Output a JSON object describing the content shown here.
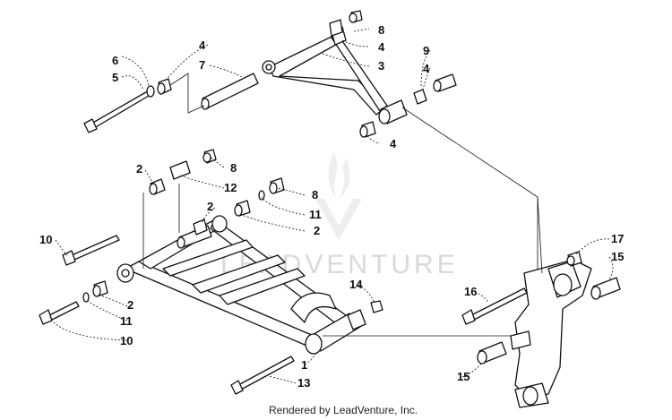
{
  "watermark": "LEADVENTURE",
  "footer": "Rendered by LeadVenture, Inc.",
  "callouts": [
    "1",
    "2",
    "2",
    "2",
    "2",
    "3",
    "4",
    "4",
    "4",
    "4",
    "5",
    "6",
    "7",
    "8",
    "8",
    "8",
    "9",
    "10",
    "10",
    "11",
    "11",
    "12",
    "13",
    "14",
    "15",
    "15",
    "16",
    "17"
  ]
}
